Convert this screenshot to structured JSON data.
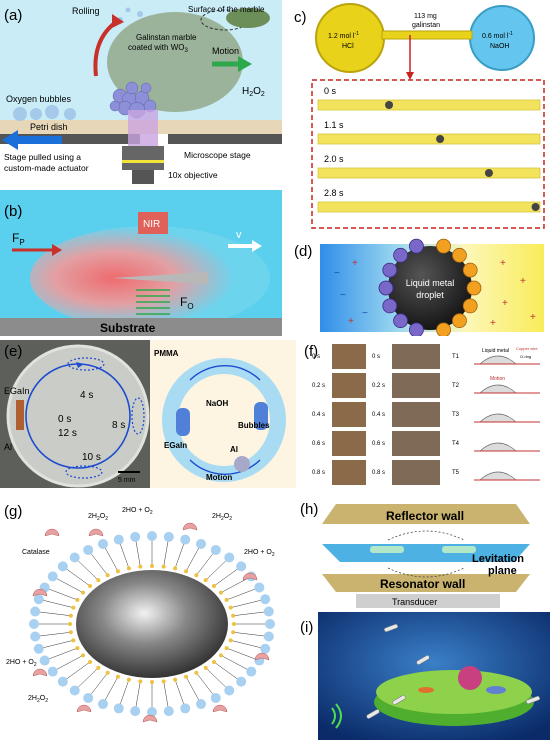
{
  "panels": {
    "a": {
      "label": "(a)",
      "rolling": "Rolling",
      "surface": "Surface of the marble",
      "marble_line1": "Galinstan marble",
      "marble_line2": "coated with WO",
      "marble_sub": "3",
      "motion": "Motion",
      "h2o2": "H",
      "h2o2_sub1": "2",
      "h2o2_mid": "O",
      "h2o2_sub2": "2",
      "oxygen": "Oxygen bubbles",
      "petri": "Petri dish",
      "stage1": "Stage pulled using a",
      "stage2": "custom-made actuator",
      "microscope": "Microscope stage",
      "objective": "10x objective"
    },
    "b": {
      "label": "(b)",
      "nir": "NIR",
      "fp": "F",
      "fp_sub": "P",
      "v": "v",
      "fo": "F",
      "fo_sub": "O",
      "substrate": "Substrate"
    },
    "c": {
      "label": "c)",
      "mass1": "113 mg",
      "mass2": "galinstan",
      "hcl1": "1.2 mol l",
      "hcl_sup": "-1",
      "hcl2": "HCl",
      "naoh1": "0.6 mol l",
      "naoh_sup": "-1",
      "naoh2": "NaOH",
      "times": [
        "0 s",
        "1.1 s",
        "2.0 s",
        "2.8 s"
      ],
      "ball_pos": [
        0.32,
        0.55,
        0.77,
        0.98
      ]
    },
    "d": {
      "label": "(d)",
      "droplet1": "Liquid metal",
      "droplet2": "droplet"
    },
    "e": {
      "label": "(e)",
      "egain": "EGaIn",
      "al": "Al",
      "t0": "0 s",
      "t4": "4 s",
      "t8": "8 s",
      "t10": "10 s",
      "t12": "12 s",
      "scale": "5 mm",
      "pmma": "PMMA",
      "naoh": "NaOH",
      "bubbles": "Bubbles",
      "egain2": "EGaIn",
      "al2": "Al",
      "motion": "Motion"
    },
    "f": {
      "label": "(f)",
      "times_a": [
        "0 s",
        "0.2 s",
        "0.4 s",
        "0.6 s",
        "0.8 s"
      ],
      "times_b": [
        "0 s",
        "0.2 s",
        "0.4 s",
        "0.6 s",
        "0.8 s"
      ],
      "tlabels": [
        "T1",
        "T2",
        "T3",
        "T4",
        "T5"
      ],
      "liquid": "Liquid metal",
      "copper": "Copper wire",
      "oring": "O-ring",
      "motion": "Motion"
    },
    "g": {
      "label": "(g)",
      "catalase": "Catalase",
      "r1a": "2H",
      "r1b": "O",
      "r2": "2H",
      "r2b": "O + O",
      "r3": "2H",
      "r4": "2H",
      "r4b": "O + O",
      "r5": "2H",
      "r5b": "O + O",
      "r6": "2H"
    },
    "h": {
      "label": "(h)",
      "reflector": "Reflector wall",
      "levitation1": "Levitation",
      "levitation2": "plane",
      "resonator": "Resonator wall",
      "transducer": "Transducer"
    },
    "i": {
      "label": "(i)"
    }
  },
  "colors": {
    "blue_bg": "#5ad0ee",
    "yellow": "#f3e36a",
    "marble_green": "#9bb39a",
    "green_arrow": "#2da84d",
    "red_arrow": "#c8302a",
    "substrate_gray": "#8c8c8c"
  }
}
